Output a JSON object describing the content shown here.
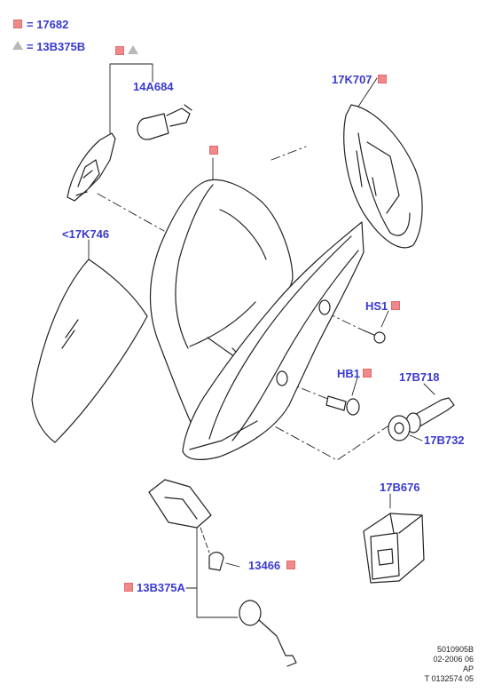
{
  "legend": {
    "square_eq": "= 17682",
    "triangle_eq": "= 13B375B"
  },
  "parts": {
    "p14A684": "14A684",
    "p17K707": "17K707",
    "p17K746": "<17K746",
    "pHS1": "HS1",
    "pHB1": "HB1",
    "p17B718": "17B718",
    "p17B732": "17B732",
    "p17B676": "17B676",
    "p13466": "13466",
    "p13B375A": "13B375A"
  },
  "footer": {
    "line1": "5010905B",
    "line2": "02-2006 06",
    "line3": "AP",
    "line4": "T 0132574 05"
  },
  "colors": {
    "label_blue": "#3a3ad0",
    "marker_red": "#f08a8a",
    "marker_gray": "#b8b8b8",
    "line": "#222222"
  }
}
